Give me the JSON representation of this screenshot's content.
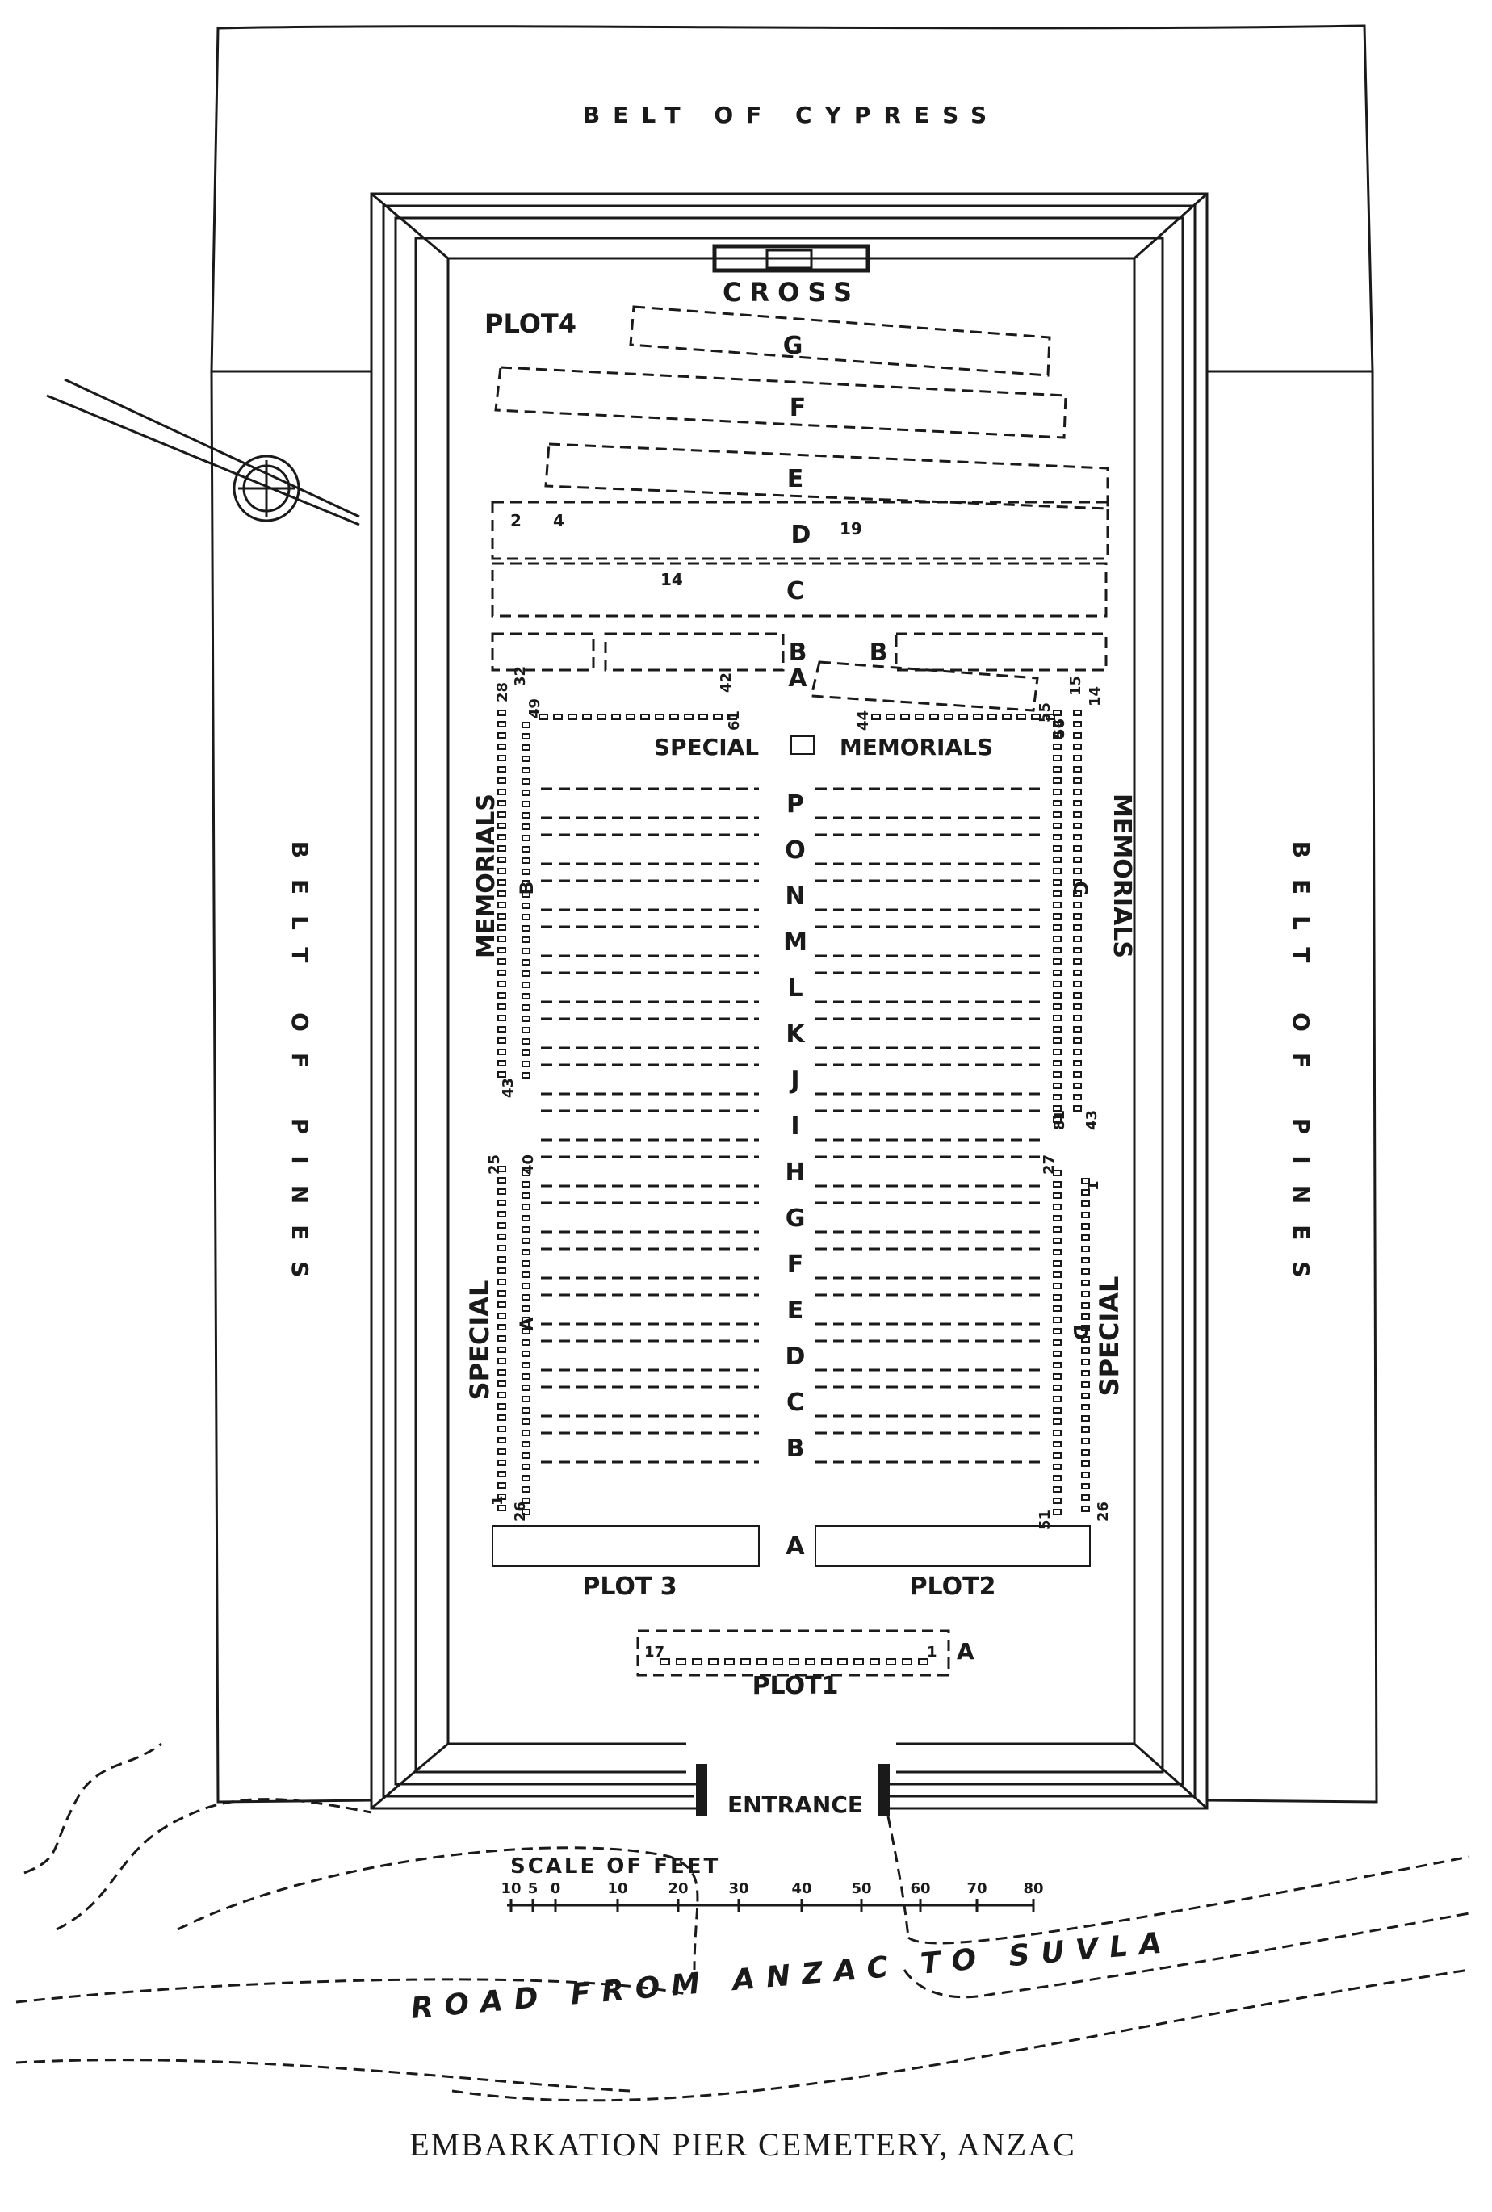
{
  "title": "EMBARKATION PIER CEMETERY, ANZAC",
  "belts": {
    "top": "BELT OF CYPRESS",
    "left": "BELT OF PINES",
    "right": "BELT OF PINES"
  },
  "cross_label": "CROSS",
  "entrance_label": "ENTRANCE",
  "road_label": "ROAD FROM ANZAC TO SUVLA",
  "plot4": {
    "label": "PLOT4",
    "rows": [
      "G",
      "F",
      "E",
      "D",
      "C",
      "B",
      "B",
      "A"
    ],
    "grave_numbers": [
      "2",
      "4",
      "19",
      "14"
    ]
  },
  "special_memorials_top": "SPECIAL",
  "memorials_top_right": "MEMORIALS",
  "memorials_left": "MEMORIALS",
  "memorials_right": "MEMORIALS",
  "special_left": "SPECIAL",
  "special_right": "SPECIAL",
  "section_letters": {
    "left_upper": "B",
    "right_upper": "C",
    "left_lower": "A",
    "right_lower": "D"
  },
  "center_rows": [
    "P",
    "O",
    "N",
    "M",
    "L",
    "K",
    "J",
    "I",
    "H",
    "G",
    "F",
    "E",
    "D",
    "C",
    "B",
    "A"
  ],
  "memorial_numbers": {
    "top_left": [
      "28",
      "32",
      "49",
      "42",
      "61"
    ],
    "top_right": [
      "44",
      "55",
      "56",
      "15",
      "14"
    ],
    "mid_left": [
      "43"
    ],
    "mid_right": [
      "81",
      "43"
    ],
    "lower_left": [
      "25",
      "40",
      "1",
      "26"
    ],
    "lower_right": [
      "27",
      "1",
      "51",
      "26"
    ],
    "plot1": [
      "17",
      "1"
    ]
  },
  "plot3_label": "PLOT 3",
  "plot2_label": "PLOT2",
  "plot1": {
    "label": "PLOT1",
    "row": "A"
  },
  "scale": {
    "title": "SCALE OF FEET",
    "ticks": [
      "10",
      "5",
      "0",
      "10",
      "20",
      "30",
      "40",
      "50",
      "60",
      "70",
      "80"
    ]
  }
}
